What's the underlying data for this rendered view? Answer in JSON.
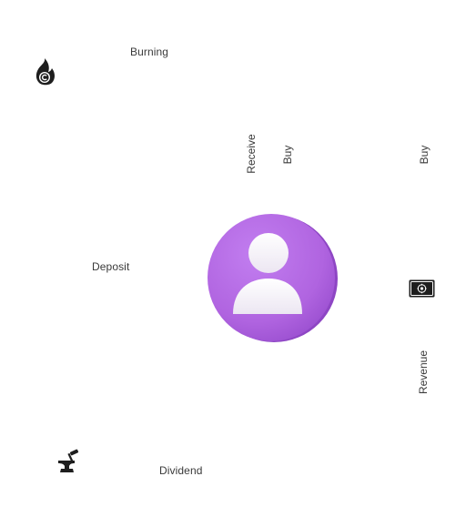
{
  "labels": {
    "burning": "Burning",
    "deposit": "Deposit",
    "dividend": "Dividend",
    "receive": "Receive",
    "buy_left": "Buy",
    "buy_right": "Buy",
    "revenue": "Revenue"
  },
  "icons": {
    "burning_icon": "flame-copyright-icon",
    "dividend_icon": "anvil-hammer-icon",
    "vault_icon": "safe-vault-icon",
    "avatar_icon": "user-avatar-icon"
  },
  "colors": {
    "avatar_purple": "#b267e0",
    "avatar_purple_dark": "#9a4fd0",
    "icon_dark": "#1e1e1e",
    "text": "#3a3a3a"
  }
}
